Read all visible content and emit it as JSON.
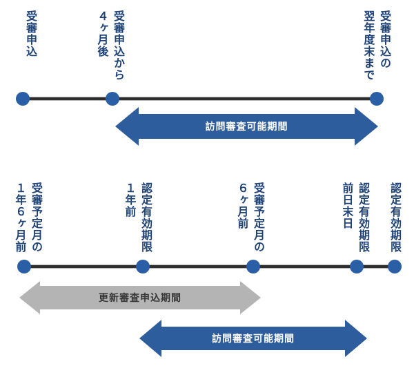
{
  "colors": {
    "label_text": "#1f4276",
    "dot": "#2a5fa6",
    "line": "#2f2f2f",
    "arrow_blue": "#2e5d9d",
    "arrow_blue_text": "#ffffff",
    "arrow_gray": "#b4b4b4",
    "arrow_gray_text": "#383838"
  },
  "timelines": [
    {
      "name": "initial-review",
      "labels": [
        {
          "cols": [
            "受審申込"
          ]
        },
        {
          "cols": [
            "受審申込から",
            "４ヶ月後"
          ]
        },
        {
          "cols": [
            "受審申込の",
            "翌年度末まで"
          ]
        }
      ],
      "periods": [
        {
          "label": "訪問審査可能期間"
        }
      ]
    },
    {
      "name": "renewal-review",
      "labels": [
        {
          "cols": [
            "受審予定月の",
            "１年６ヶ月前"
          ]
        },
        {
          "cols": [
            "認定有効期限",
            "１年前"
          ]
        },
        {
          "cols": [
            "受審予定月の",
            "６ヶ月前"
          ]
        },
        {
          "cols": [
            "認定有効期限",
            "前日末日"
          ]
        },
        {
          "cols": [
            "認定有効期限"
          ]
        }
      ],
      "periods": [
        {
          "label": "更新審査申込期間"
        },
        {
          "label": "訪問審査可能期間"
        }
      ]
    }
  ]
}
